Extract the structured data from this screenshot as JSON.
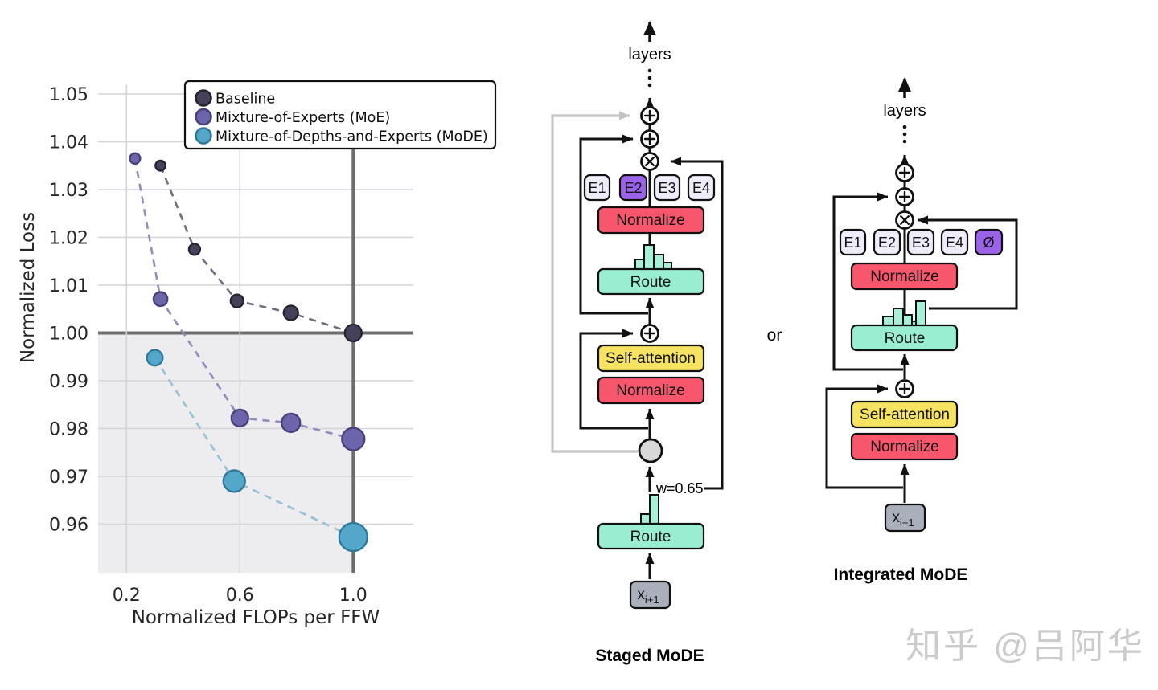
{
  "chart_data": {
    "type": "scatter",
    "title": "",
    "xlabel": "Normalized FLOPs per FFW",
    "ylabel": "Normalized Loss",
    "x_ticks": [
      "0.2",
      "0.6",
      "1.0"
    ],
    "y_ticks": [
      "1.05",
      "1.04",
      "1.03",
      "1.02",
      "1.01",
      "1.00",
      "0.99",
      "0.98",
      "0.97",
      "0.96"
    ],
    "xlim": [
      0.1,
      1.21
    ],
    "ylim": [
      0.952,
      1.052
    ],
    "reference_lines": {
      "x": 1.0,
      "y": 1.0
    },
    "shaded_region": "below y=1.00 and left of x=1.0",
    "grid": true,
    "legend_position": "upper center",
    "line_style": "dashed",
    "series": [
      {
        "name": "Baseline",
        "color": "#46405a",
        "edge_color": "#27222f",
        "line_color": "#716c7e",
        "x": [
          0.32,
          0.44,
          0.59,
          0.78,
          1.0
        ],
        "y": [
          1.035,
          1.0175,
          1.0067,
          1.0042,
          1.0
        ],
        "marker_px": [
          6.3,
          7,
          8,
          9,
          10.5
        ]
      },
      {
        "name": "Mixture-of-Experts (MoE)",
        "color": "#6c65ab",
        "edge_color": "#47407a",
        "line_color": "#918cba",
        "x": [
          0.23,
          0.32,
          0.6,
          0.78,
          1.0
        ],
        "y": [
          1.0365,
          1.0071,
          0.9822,
          0.9812,
          0.9778
        ],
        "marker_px": [
          6.5,
          8.7,
          10.5,
          11.5,
          14
        ]
      },
      {
        "name": "Mixture-of-Depths-and-Experts (MoDE)",
        "color": "#55a7ca",
        "edge_color": "#2f7899",
        "line_color": "#94c2d7",
        "x": [
          0.3,
          0.58,
          1.0
        ],
        "y": [
          0.9948,
          0.969,
          0.9573
        ],
        "marker_px": [
          9.8,
          13.5,
          17.5
        ]
      }
    ]
  },
  "staged": {
    "caption": "Staged MoDE",
    "layers_label": "layers",
    "experts": [
      "E1",
      "E2",
      "E3",
      "E4"
    ],
    "highlighted_expert": "E2",
    "normalize_top": "Normalize",
    "route_top": "Route",
    "self_attention": "Self-attention",
    "normalize_bottom": "Normalize",
    "route_bottom": "Route",
    "weight_label": "w=0.65",
    "input_base": "x",
    "input_sub": "i+1"
  },
  "integrated": {
    "caption": "Integrated MoDE",
    "layers_label": "layers",
    "experts": [
      "E1",
      "E2",
      "E3",
      "E4",
      "Ø"
    ],
    "highlighted_expert": "Ø",
    "normalize_top": "Normalize",
    "route": "Route",
    "self_attention": "Self-attention",
    "normalize_bottom": "Normalize",
    "input_base": "x",
    "input_sub": "i+1"
  },
  "connector": {
    "or_label": "or"
  },
  "watermark": {
    "text": "知乎 @吕阿华"
  },
  "colors": {
    "normalize_fill": "#f8566c",
    "route_fill": "#99eed2",
    "histogram_fill": "#aaf0d8",
    "self_attention_fill": "#f6e362",
    "expert_fill": "#efecf9",
    "expert_highlight_fill": "#9b64e8",
    "input_fill": "#a9b0bc",
    "token_circle_fill": "#d8d8d8",
    "bypass_gray": "#c4c4c4",
    "shaded_region": "#edecee",
    "major_line": "#6d6d6d",
    "grid_line": "#d6d4d8"
  }
}
